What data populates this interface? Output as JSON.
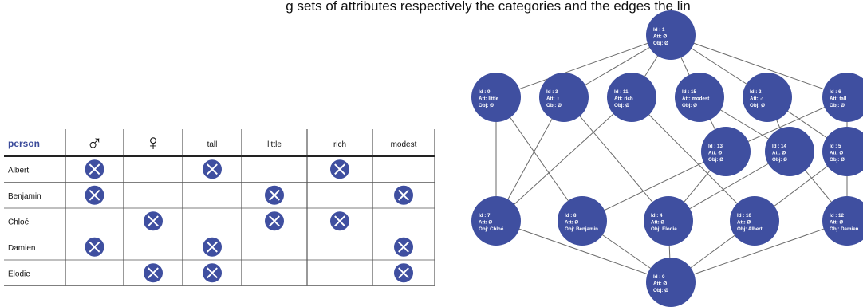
{
  "caption": "g        sets of attributes respectively the categories and the edges the lin",
  "table": {
    "headers": [
      "person",
      "♂",
      "♀",
      "tall",
      "little",
      "rich",
      "modest"
    ],
    "rows": [
      {
        "name": "Albert",
        "marks": [
          true,
          false,
          true,
          false,
          true,
          false
        ]
      },
      {
        "name": "Benjamin",
        "marks": [
          true,
          false,
          false,
          true,
          false,
          true
        ]
      },
      {
        "name": "Chloé",
        "marks": [
          false,
          true,
          false,
          true,
          true,
          false
        ]
      },
      {
        "name": "Damien",
        "marks": [
          true,
          false,
          true,
          false,
          false,
          true
        ]
      },
      {
        "name": "Elodie",
        "marks": [
          false,
          true,
          true,
          false,
          false,
          true
        ]
      }
    ]
  },
  "lattice": {
    "node_color": "#3f4fa0",
    "nodes": [
      {
        "key": "n1",
        "id": "Id : 1",
        "att": "Att: Ø",
        "obj": "Obj: Ø"
      },
      {
        "key": "n9",
        "id": "Id : 9",
        "att": "Att: little",
        "obj": "Obj: Ø"
      },
      {
        "key": "n3",
        "id": "Id : 3",
        "att": "Att: ♀",
        "obj": "Obj: Ø"
      },
      {
        "key": "n11",
        "id": "Id : 11",
        "att": "Att: rich",
        "obj": "Obj: Ø"
      },
      {
        "key": "n15",
        "id": "Id : 15",
        "att": "Att: modest",
        "obj": "Obj: Ø"
      },
      {
        "key": "n2",
        "id": "Id : 2",
        "att": "Att: ♂",
        "obj": "Obj: Ø"
      },
      {
        "key": "n6",
        "id": "Id : 6",
        "att": "Att: tall",
        "obj": "Obj: Ø"
      },
      {
        "key": "n13",
        "id": "Id : 13",
        "att": "Att: Ø",
        "obj": "Obj: Ø"
      },
      {
        "key": "n14",
        "id": "Id : 14",
        "att": "Att: Ø",
        "obj": "Obj: Ø"
      },
      {
        "key": "n5",
        "id": "Id : 5",
        "att": "Att: Ø",
        "obj": "Obj: Ø"
      },
      {
        "key": "n7",
        "id": "Id : 7",
        "att": "Att: Ø",
        "obj": "Obj: Chloé"
      },
      {
        "key": "n8",
        "id": "Id : 8",
        "att": "Att: Ø",
        "obj": "Obj: Benjamin"
      },
      {
        "key": "n4",
        "id": "Id : 4",
        "att": "Att: Ø",
        "obj": "Obj: Elodie"
      },
      {
        "key": "n10",
        "id": "Id : 10",
        "att": "Att: Ø",
        "obj": "Obj: Albert"
      },
      {
        "key": "n12",
        "id": "Id : 12",
        "att": "Att: Ø",
        "obj": "Obj: Damien"
      },
      {
        "key": "n0",
        "id": "Id : 0",
        "att": "Att: Ø",
        "obj": "Obj: Ø"
      }
    ],
    "edges": [
      [
        "n1",
        "n9"
      ],
      [
        "n1",
        "n3"
      ],
      [
        "n1",
        "n11"
      ],
      [
        "n1",
        "n15"
      ],
      [
        "n1",
        "n2"
      ],
      [
        "n1",
        "n6"
      ],
      [
        "n9",
        "n7"
      ],
      [
        "n9",
        "n8"
      ],
      [
        "n3",
        "n7"
      ],
      [
        "n3",
        "n4"
      ],
      [
        "n11",
        "n7"
      ],
      [
        "n11",
        "n10"
      ],
      [
        "n15",
        "n13"
      ],
      [
        "n15",
        "n14"
      ],
      [
        "n2",
        "n14"
      ],
      [
        "n2",
        "n5"
      ],
      [
        "n6",
        "n13"
      ],
      [
        "n6",
        "n5"
      ],
      [
        "n13",
        "n8"
      ],
      [
        "n13",
        "n4"
      ],
      [
        "n14",
        "n4"
      ],
      [
        "n14",
        "n12"
      ],
      [
        "n5",
        "n10"
      ],
      [
        "n5",
        "n12"
      ],
      [
        "n7",
        "n0"
      ],
      [
        "n8",
        "n0"
      ],
      [
        "n4",
        "n0"
      ],
      [
        "n10",
        "n0"
      ],
      [
        "n12",
        "n0"
      ]
    ]
  }
}
